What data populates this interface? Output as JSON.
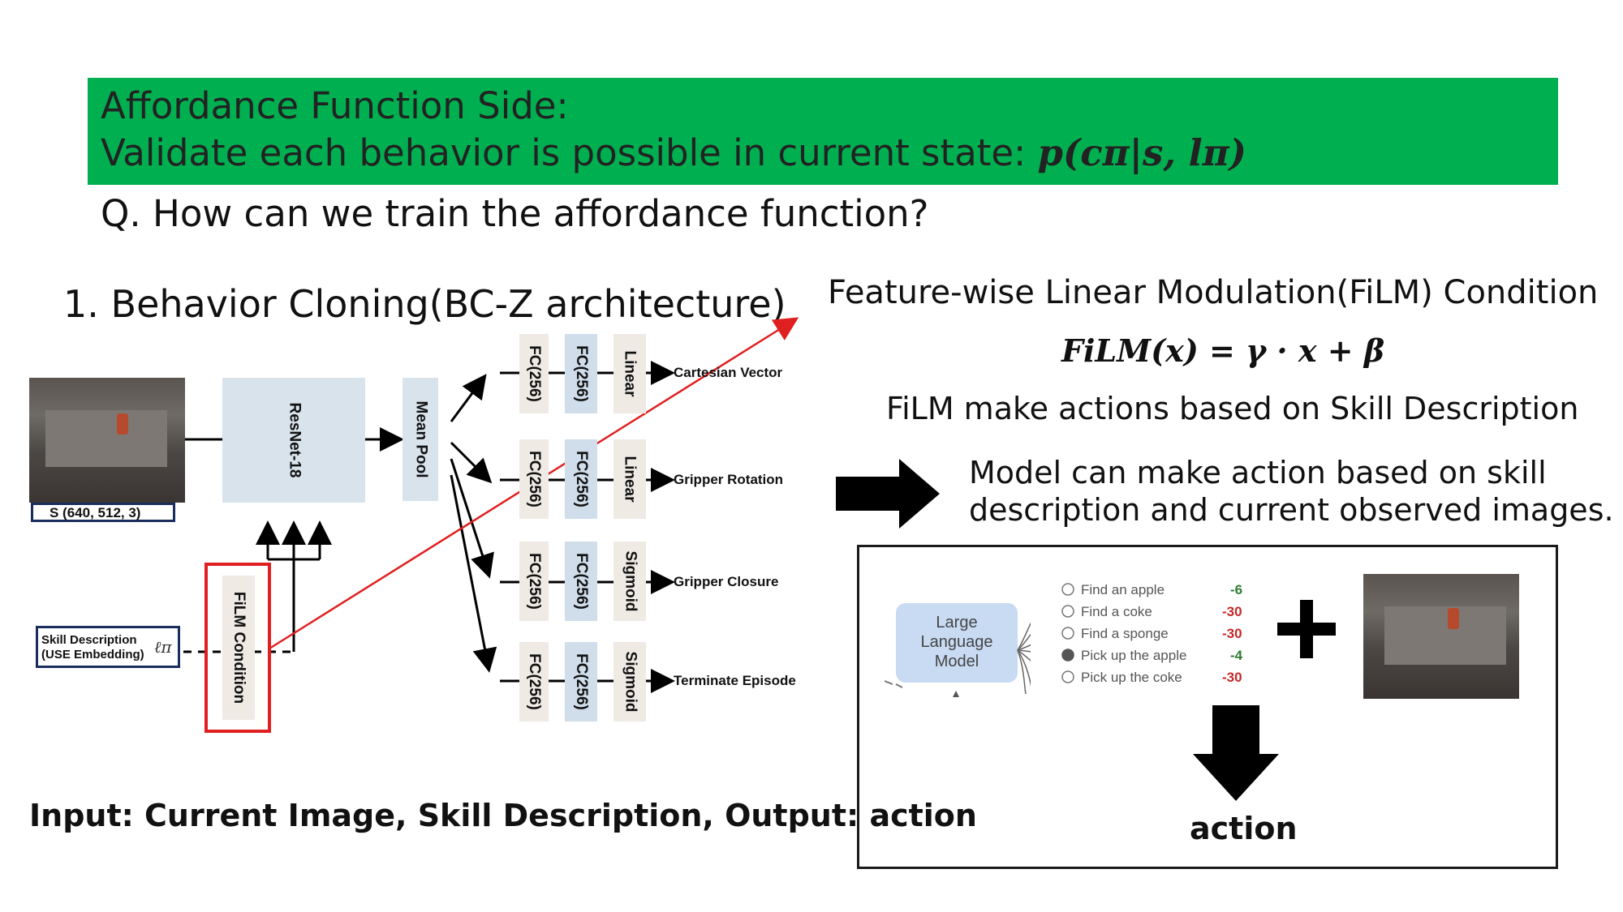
{
  "banner": {
    "line1": "Affordance Function Side:",
    "line2": "Validate each behavior is possible in current state: ",
    "formula": "p(cπ|s, lπ)",
    "color": "#00b050"
  },
  "question": "Q. How can we train the affordance function?",
  "bc_title": "1. Behavior Cloning(BC-Z architecture)",
  "film": {
    "title": "Feature-wise Linear Modulation(FiLM) Condition",
    "equation": "FiLM(x) = γ · x + β",
    "desc": "FiLM make actions based on Skill Description",
    "model_desc_line1": "Model can make action based on skill",
    "model_desc_line2": "description and current observed images."
  },
  "io_text": "Input: Current Image, Skill Description, Output: action",
  "diagram": {
    "s_label": "S (640, 512, 3)",
    "resnet": "ResNet-18",
    "mean_pool": "Mean Pool",
    "film_condition": "FiLM Condition",
    "skill_line1": "Skill Description",
    "skill_line2": "(USE Embedding)",
    "skill_symbol": "ℓπ",
    "heads": [
      {
        "fc1": "FC(256)",
        "fc2": "FC(256)",
        "act": "Linear",
        "out": "Cartesian Vector"
      },
      {
        "fc1": "FC(256)",
        "fc2": "FC(256)",
        "act": "Linear",
        "out": "Gripper Rotation"
      },
      {
        "fc1": "FC(256)",
        "fc2": "FC(256)",
        "act": "Sigmoid",
        "out": "Gripper Closure"
      },
      {
        "fc1": "FC(256)",
        "fc2": "FC(256)",
        "act": "Sigmoid",
        "out": "Terminate Episode"
      }
    ],
    "highlight_color": "#e02020"
  },
  "llm": {
    "label_line1": "Large",
    "label_line2": "Language",
    "label_line3": "Model",
    "options": [
      {
        "text": "Find an apple",
        "score": "-6",
        "score_color": "#2e7d32"
      },
      {
        "text": "Find a coke",
        "score": "-30",
        "score_color": "#c62828"
      },
      {
        "text": "Find a sponge",
        "score": "-30",
        "score_color": "#c62828"
      },
      {
        "text": "Pick up the apple",
        "score": "-4",
        "score_color": "#2e7d32"
      },
      {
        "text": "Pick up the coke",
        "score": "-30",
        "score_color": "#c62828"
      }
    ],
    "plus": "+",
    "action": "action"
  }
}
